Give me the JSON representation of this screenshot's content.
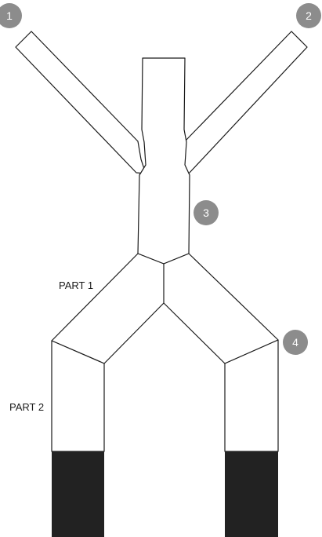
{
  "colors": {
    "outline": "#1a1a1a",
    "fill": "#ffffff",
    "leg_tip": "#222222",
    "marker": "#8c8c8c",
    "marker_text": "#ffffff"
  },
  "markers": [
    "1",
    "2",
    "3",
    "4"
  ],
  "labels": {
    "part1": "PART 1",
    "part2": "PART 2"
  }
}
